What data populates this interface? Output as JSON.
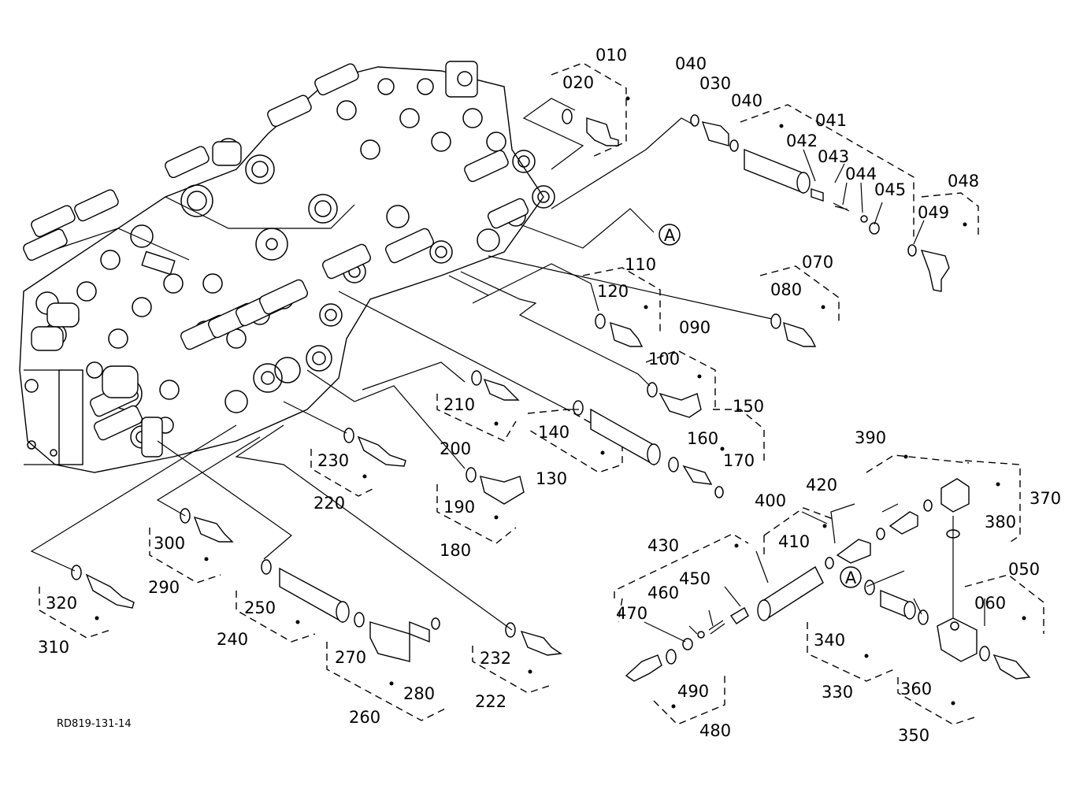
{
  "drawing_ref": "RD819-131-14",
  "callouts": {
    "c010": "010",
    "c020": "020",
    "c030": "030",
    "c040a": "040",
    "c040b": "040",
    "c041": "041",
    "c042": "042",
    "c043": "043",
    "c044": "044",
    "c045": "045",
    "c048": "048",
    "c049": "049",
    "c050": "050",
    "c060": "060",
    "c070": "070",
    "c080": "080",
    "c090": "090",
    "c100": "100",
    "c110": "110",
    "c120": "120",
    "c130": "130",
    "c140": "140",
    "c150": "150",
    "c160": "160",
    "c170": "170",
    "c180": "180",
    "c190": "190",
    "c200": "200",
    "c210": "210",
    "c220": "220",
    "c222": "222",
    "c230": "230",
    "c232": "232",
    "c240": "240",
    "c250": "250",
    "c260": "260",
    "c270": "270",
    "c280": "280",
    "c290": "290",
    "c300": "300",
    "c310": "310",
    "c320": "320",
    "c330": "330",
    "c340": "340",
    "c350": "350",
    "c360": "360",
    "c370": "370",
    "c380": "380",
    "c390": "390",
    "c400": "400",
    "c410": "410",
    "c420": "420",
    "c430": "430",
    "c450": "450",
    "c460": "460",
    "c470": "470",
    "c480": "480",
    "c490": "490"
  },
  "markers": {
    "a1": "A",
    "a2": "A"
  }
}
